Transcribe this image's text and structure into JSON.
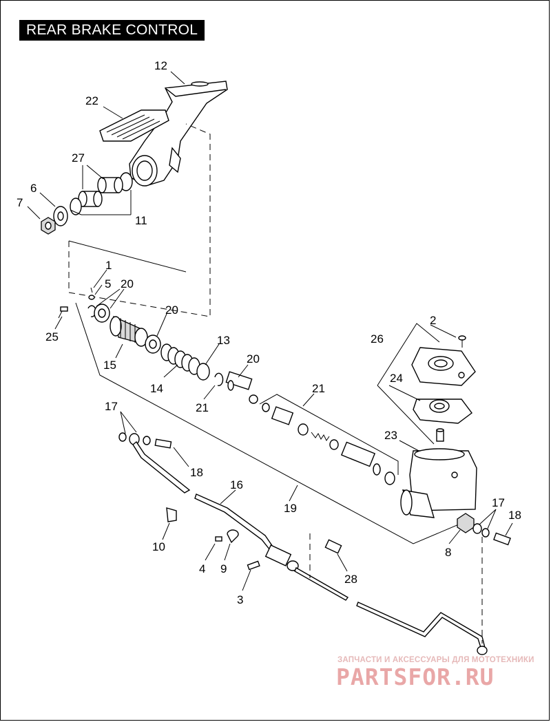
{
  "title": "REAR BRAKE CONTROL",
  "callouts": {
    "n1": "1",
    "n2": "2",
    "n3": "3",
    "n4": "4",
    "n5": "5",
    "n6": "6",
    "n7": "7",
    "n8": "8",
    "n9": "9",
    "n10": "10",
    "n11": "11",
    "n12": "12",
    "n13": "13",
    "n14": "14",
    "n15": "15",
    "n16": "16",
    "n17a": "17",
    "n17b": "17",
    "n18a": "18",
    "n18b": "18",
    "n19": "19",
    "n20a": "20",
    "n20b": "20",
    "n20c": "20",
    "n21a": "21",
    "n21b": "21",
    "n22": "22",
    "n23": "23",
    "n24": "24",
    "n25": "25",
    "n26": "26",
    "n27": "27",
    "n28": "28"
  },
  "watermark": {
    "tagline": "ЗАПЧАСТИ И АКСЕССУАРЫ ДЛЯ МОТОТЕХНИКИ",
    "brand": "PARTSFOR.RU",
    "color": "#e9a7a7"
  }
}
